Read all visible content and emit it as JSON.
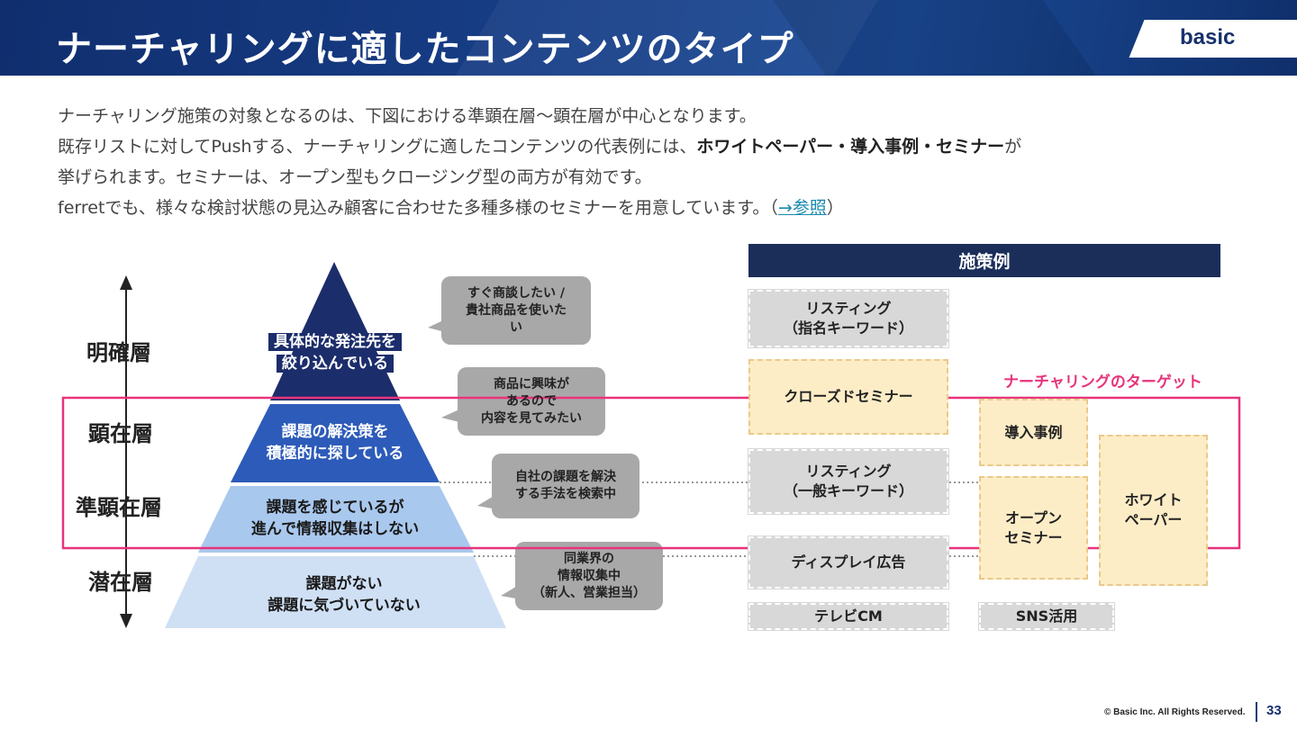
{
  "header": {
    "title": "ナーチャリングに適したコンテンツのタイプ",
    "logo": "basic",
    "colors": {
      "background": "#163c84",
      "title": "#ffffff"
    }
  },
  "intro": {
    "line1": "ナーチャリング施策の対象となるのは、下図における準顕在層〜顕在層が中心となります。",
    "line2_a": "既存リストに対してPushする、ナーチャリングに適したコンテンツの代表例には、",
    "line2_bold": "ホワイトペーパー・導入事例・セミナー",
    "line2_b": "が",
    "line3": "挙げられます。セミナーは、オープン型もクロージング型の両方が有効です。",
    "line4_a": "ferretでも、様々な検討状態の見込み顧客に合わせた多種多様のセミナーを用意しています。（",
    "line4_link": "→参照",
    "line4_b": "）"
  },
  "levels": [
    "明確層",
    "顕在層",
    "準顕在層",
    "潜在層"
  ],
  "pyramid": {
    "tier1": [
      "具体的な発注先を",
      "絞り込んでいる"
    ],
    "tier2": [
      "課題の解決策を",
      "積極的に探している"
    ],
    "tier3": [
      "課題を感じているが",
      "進んで情報収集はしない"
    ],
    "tier4": [
      "課題がない",
      "課題に気づいていない"
    ],
    "colors": [
      "#1c2d6b",
      "#2d5bb9",
      "#a9c8ee",
      "#cfe0f5"
    ]
  },
  "bubbles": {
    "b1": [
      "すぐ商談したい /",
      "貴社商品を使いた",
      "い"
    ],
    "b2": [
      "商品に興味が",
      "あるので",
      "内容を見てみたい"
    ],
    "b3": [
      "自社の課題を解決",
      "する手法を検索中"
    ],
    "b4": [
      "同業界の",
      "情報収集中",
      "（新人、営業担当）"
    ]
  },
  "measures": {
    "header": "施策例",
    "target_label": "ナーチャリングのターゲット",
    "listing_brand": [
      "リスティング",
      "（指名キーワード）"
    ],
    "closed_seminar": "クローズドセミナー",
    "listing_general": [
      "リスティング",
      "（一般キーワード）"
    ],
    "display_ad": "ディスプレイ広告",
    "tv_cm": "テレビCM",
    "case_study": "導入事例",
    "open_seminar": [
      "オープン",
      "セミナー"
    ],
    "white_paper": [
      "ホワイト",
      "ペーパー"
    ],
    "sns": "SNS活用",
    "colors": {
      "header": "#1b2e5a",
      "grey": "#d8d8d8",
      "yellow": "#fdedc7",
      "target": "#e7347c"
    }
  },
  "footer": {
    "copyright": "© Basic Inc. All Rights Reserved.",
    "page": "33"
  }
}
